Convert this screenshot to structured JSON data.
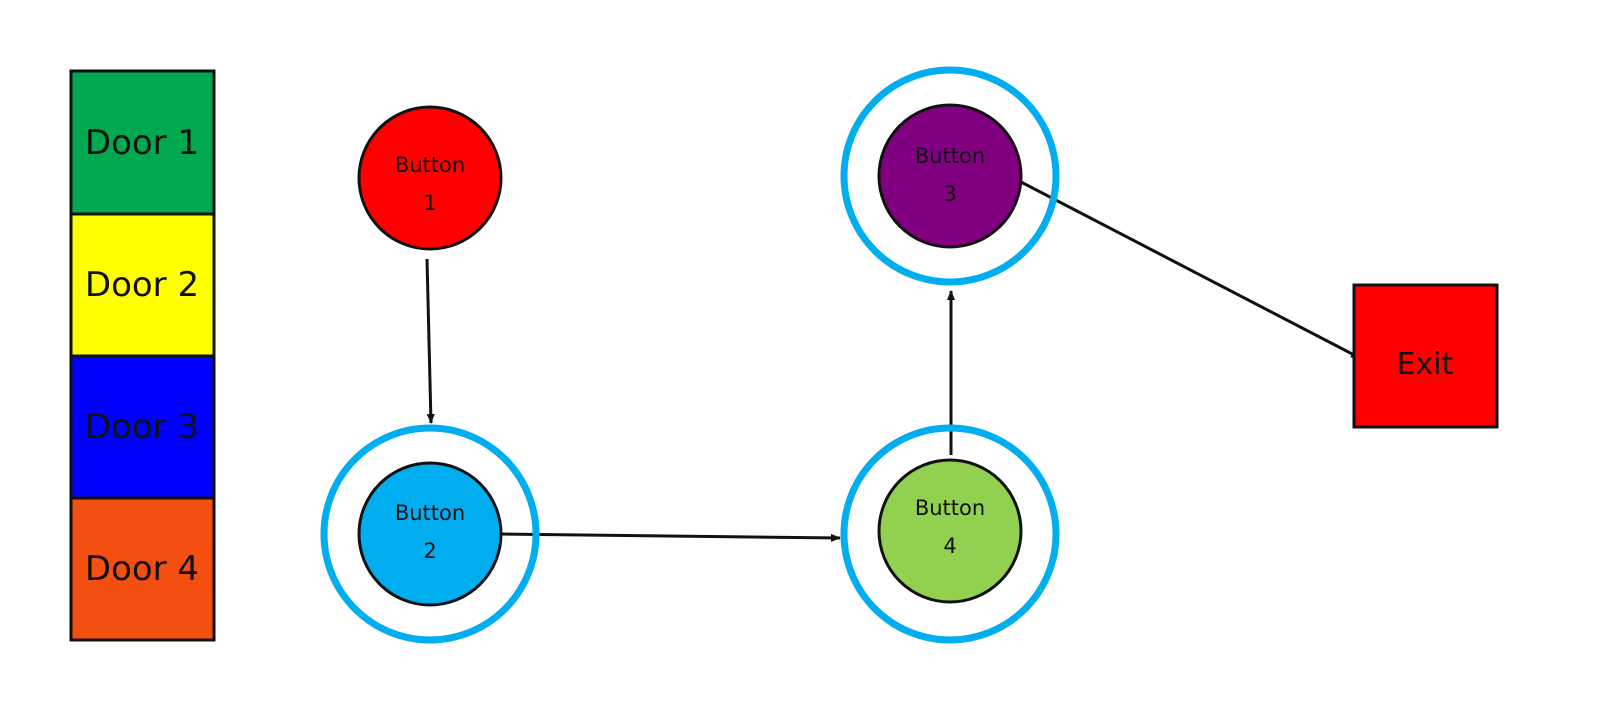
{
  "doors": [
    {
      "label": "Door 1",
      "color": "#00A84F"
    },
    {
      "label": "Door 2",
      "color": "#FFFF00"
    },
    {
      "label": "Door 3",
      "color": "#0000FF"
    },
    {
      "label": "Door 4",
      "color": "#F24F10"
    }
  ],
  "buttons": [
    {
      "line1": "Button",
      "line2": "1",
      "color": "#FF0000",
      "ring": false
    },
    {
      "line1": "Button",
      "line2": "2",
      "color": "#00AEEF",
      "ring": true
    },
    {
      "line1": "Button",
      "line2": "3",
      "color": "#800080",
      "ring": true
    },
    {
      "line1": "Button",
      "line2": "4",
      "color": "#92D050",
      "ring": true
    }
  ],
  "exit": {
    "label": "Exit",
    "color": "#FF0000"
  },
  "ring_color": "#00AEEF",
  "flow": [
    "Button 1",
    "Button 2",
    "Button 4",
    "Button 3",
    "Exit"
  ]
}
